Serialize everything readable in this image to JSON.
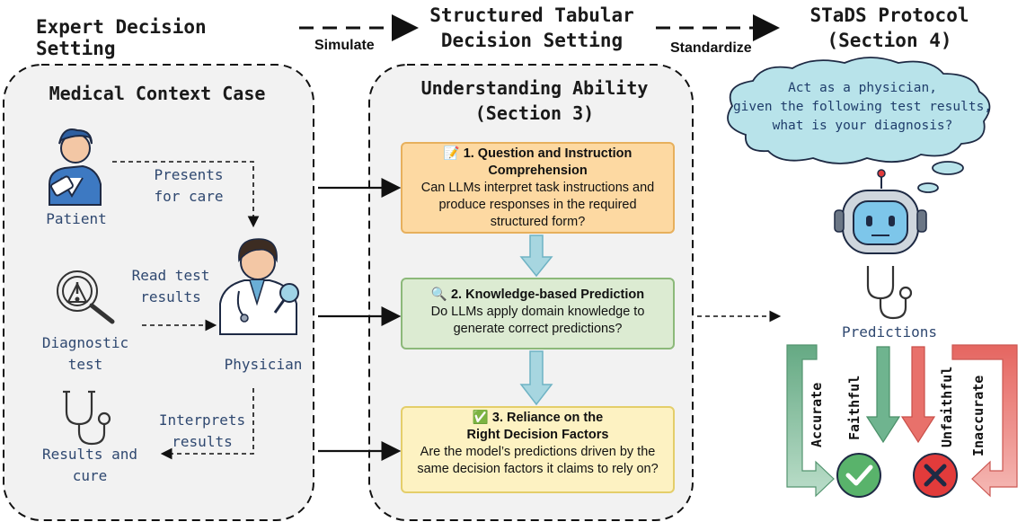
{
  "header": {
    "setting_expert": "Expert Decision Setting",
    "setting_structured_line1": "Structured Tabular",
    "setting_structured_line2": "Decision Setting",
    "protocol_line1": "STaDS Protocol",
    "protocol_line2": "(Section 4)",
    "arrow_simulate": "Simulate",
    "arrow_standardize": "Standardize"
  },
  "medical_panel": {
    "title": "Medical Context Case",
    "patient": "Patient",
    "presents_line1": "Presents",
    "presents_line2": "for care",
    "physician": "Physician",
    "read_line1": "Read test",
    "read_line2": "results",
    "diagnostic_line1": "Diagnostic",
    "diagnostic_line2": "test",
    "interprets_line1": "Interprets",
    "interprets_line2": "results",
    "results_line1": "Results and",
    "results_line2": "cure"
  },
  "understanding_panel": {
    "title_line1": "Understanding Ability",
    "title_line2": "(Section 3)",
    "box1": {
      "icon": "📝",
      "head_line1": "1. Question and Instruction",
      "head_line2": "Comprehension",
      "body_line1": "Can LLMs interpret task instructions and",
      "body_line2": "produce responses in the required",
      "body_line3": "structured form?"
    },
    "box2": {
      "icon": "🔍",
      "head": "2. Knowledge-based Prediction",
      "body_line1": "Do LLMs apply domain knowledge to",
      "body_line2": "generate correct predictions?"
    },
    "box3": {
      "icon": "✅",
      "head_line1": "3. Reliance on the",
      "head_line2": "Right Decision Factors",
      "body_line1": "Are the model’s predictions driven by the",
      "body_line2": "same decision factors it claims to rely on?"
    }
  },
  "protocol_panel": {
    "prompt_line1": "Act as a physician,",
    "prompt_line2": "given the following test results,",
    "prompt_line3": "what is your diagnosis?",
    "predictions": "Predictions",
    "accurate": "Accurate",
    "faithful": "Faithful",
    "unfaithful": "Unfaithful",
    "inaccurate": "Inaccurate"
  },
  "colors": {
    "panel_bg": "#f2f2f2",
    "box1_fill": "#fdd9a2",
    "box2_fill": "#dcebd2",
    "box3_fill": "#fdf2c2",
    "down_arrow": "#a7d6e0",
    "cloud": "#b8e3ea",
    "green": "#74b792",
    "red": "#eb7d78",
    "check": "#59b36b",
    "cross": "#e23b3b"
  }
}
